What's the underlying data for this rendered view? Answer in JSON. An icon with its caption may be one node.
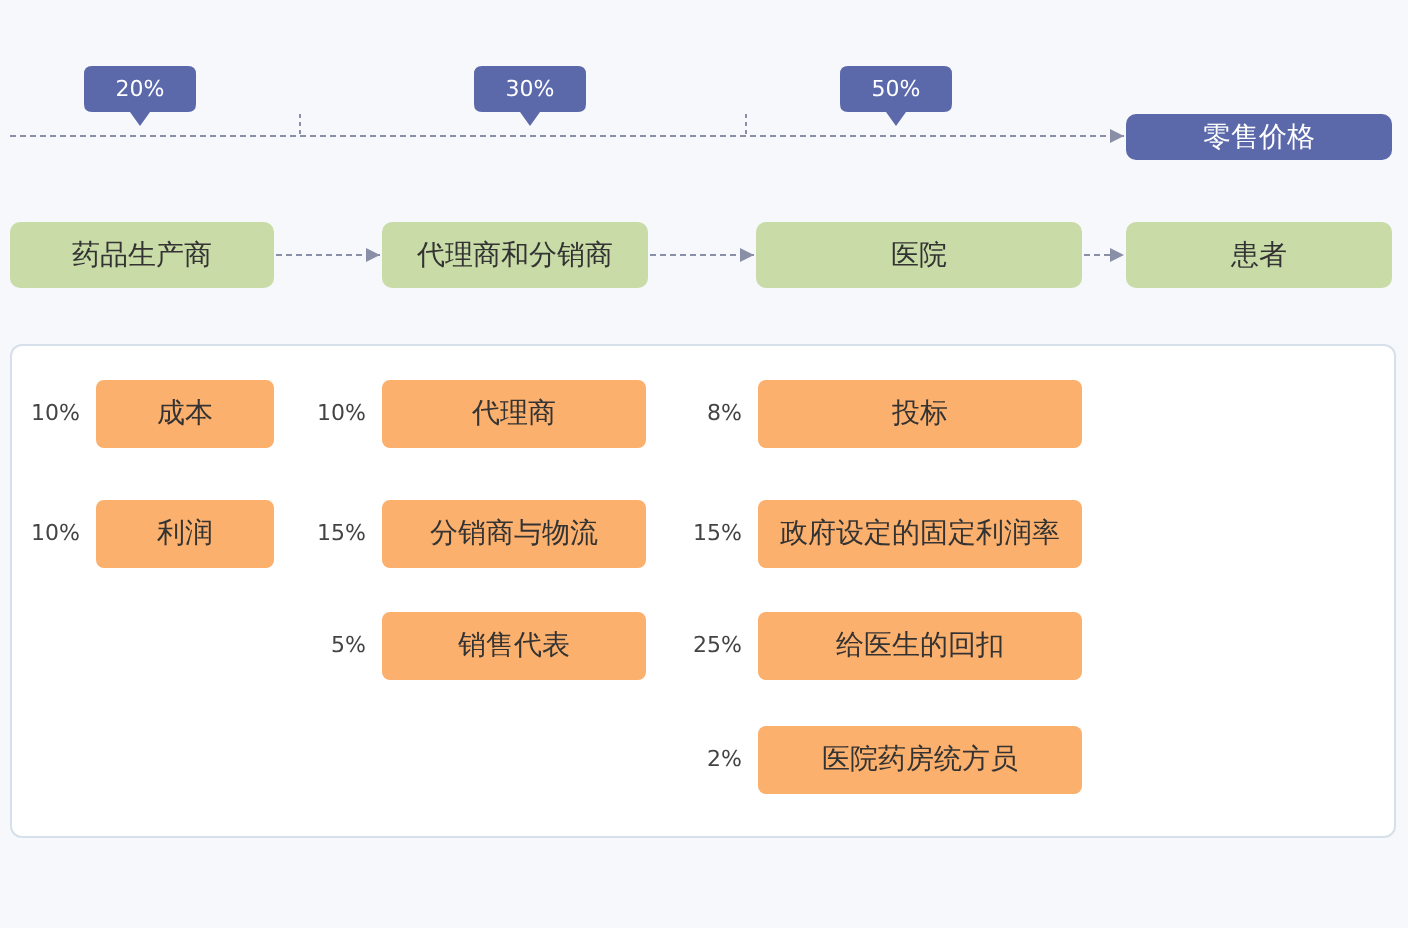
{
  "diagram": {
    "nodes": [
      {
        "text": [
          "20%"
        ]
      },
      {
        "text": [
          "30%"
        ]
      },
      {
        "text": [
          "50%"
        ]
      },
      {
        "text": [
          "零售价格"
        ]
      },
      {
        "text": [
          "药品生产商"
        ]
      },
      {
        "text": [
          "代理商和分销商"
        ]
      },
      {
        "text": [
          "医院"
        ]
      },
      {
        "text": [
          "患者"
        ]
      },
      {
        "text": [],
        "shape": "box"
      },
      {
        "text": [
          "成本"
        ],
        "beside": [
          "10%"
        ],
        "in": 8
      },
      {
        "text": [
          "利润"
        ],
        "beside": [
          "10%"
        ],
        "in": 8
      },
      {
        "text": [
          "代理商"
        ],
        "beside": [
          "10%"
        ],
        "in": 8
      },
      {
        "text": [
          "分销商与物流"
        ],
        "beside": [
          "15%"
        ],
        "in": 8
      },
      {
        "text": [
          "销售代表"
        ],
        "beside": [
          "5%"
        ],
        "in": 8
      },
      {
        "text": [
          "投标"
        ],
        "beside": [
          "8%"
        ],
        "in": 8
      },
      {
        "text": [
          "政府设定的固定利润率"
        ],
        "beside": [
          "15%"
        ],
        "in": 8
      },
      {
        "text": [
          "给医生的回扣"
        ],
        "beside": [
          "25%"
        ],
        "in": 8
      },
      {
        "text": [
          "医院药房统方员"
        ],
        "beside": [
          "2%"
        ],
        "in": 8
      }
    ],
    "edges": [
      {
        "from": null,
        "to": 3,
        "arrow": "to",
        "style": "dashed"
      },
      {
        "from": 4,
        "to": 5,
        "arrow": "to",
        "style": "dashed"
      },
      {
        "from": 5,
        "to": 6,
        "arrow": "to",
        "style": "dashed"
      },
      {
        "from": 6,
        "to": 7,
        "arrow": "to",
        "style": "dashed"
      }
    ]
  }
}
